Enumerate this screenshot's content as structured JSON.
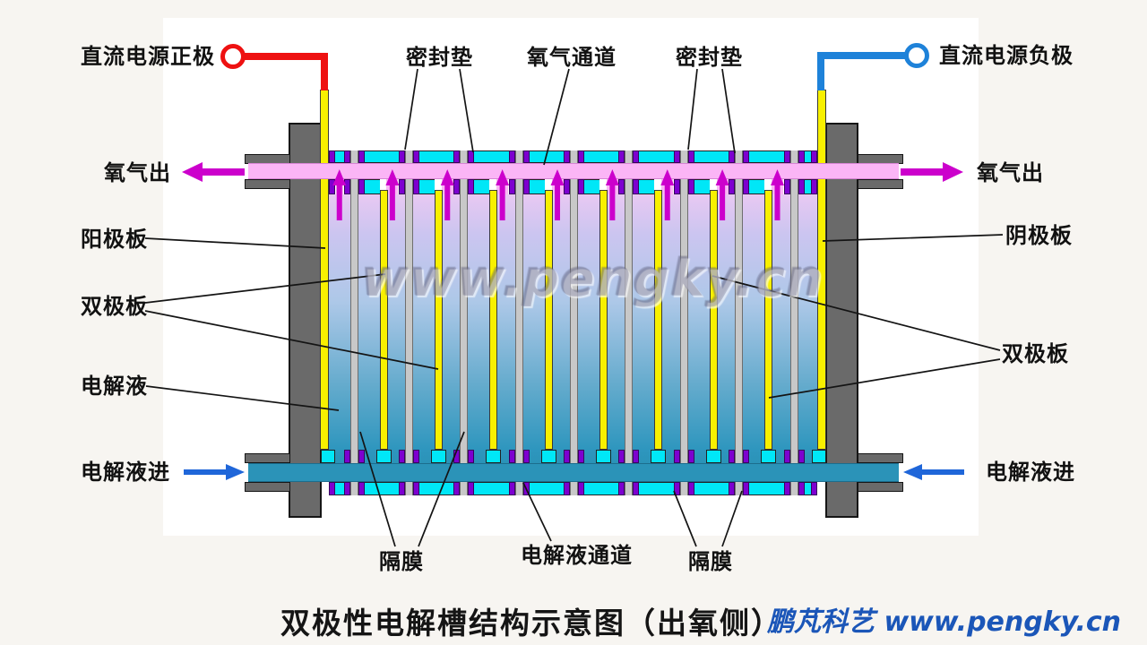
{
  "title": "双极性电解槽结构示意图（出氧侧）",
  "brand": "鹏芃科艺 www.pengky.cn",
  "watermark": "www.pengky.cn",
  "labels": {
    "power_positive": "直流电源正极",
    "power_negative": "直流电源负极",
    "seal_gasket_left": "密封垫",
    "oxygen_channel": "氧气通道",
    "seal_gasket_right": "密封垫",
    "oxygen_out_left": "氧气出",
    "oxygen_out_right": "氧气出",
    "anode_plate": "阳极板",
    "cathode_plate": "阴极板",
    "bipolar_plate_left": "双极板",
    "bipolar_plate_right": "双极板",
    "electrolyte": "电解液",
    "electrolyte_in_left": "电解液进",
    "electrolyte_in_right": "电解液进",
    "membrane_left": "隔膜",
    "electrolyte_channel": "电解液通道",
    "membrane_right": "隔膜"
  },
  "stack": {
    "diaphragm_count": 9,
    "bipolar_plate_count": 8,
    "oxygen_vent_arrow_count": 9
  },
  "colors": {
    "frame_gray": "#6a6a6a",
    "plate_yellow": "#f8f000",
    "diaphragm_gray": "#c8c8c8",
    "gasket_purple": "#7d00d0",
    "cyan": "#00e7f7",
    "oxygen_pink": "#fbb5f6",
    "oxygen_arrow_magenta": "#cc00cc",
    "electrolyte_teal": "#2b93b8",
    "wire_red": "#ee1111",
    "wire_blue": "#1e82d9",
    "inflow_blue": "#1f66d9",
    "brand_blue": "#1b56b8",
    "cell_gradient_top": "#e8c8f2",
    "cell_gradient_bottom": "#2b93b8"
  }
}
